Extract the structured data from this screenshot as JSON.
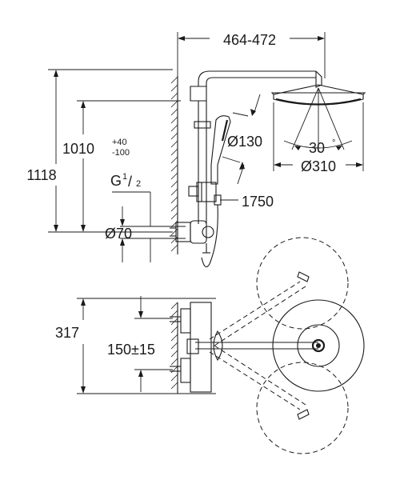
{
  "dimensions": {
    "width_span": "464-472",
    "total_height": "1118",
    "rail_height": "1010",
    "rail_tol_plus": "+40",
    "rail_tol_minus": "-100",
    "thread_prefix": "G",
    "thread_num": "1",
    "thread_den": "2",
    "pipe_diameter": "Ø70",
    "handshower_diameter": "Ø130",
    "hose_length": "1750",
    "tilt_angle": "30",
    "tilt_unit": "°",
    "head_diameter": "Ø310",
    "depth": "317",
    "spacing": "150±15"
  }
}
